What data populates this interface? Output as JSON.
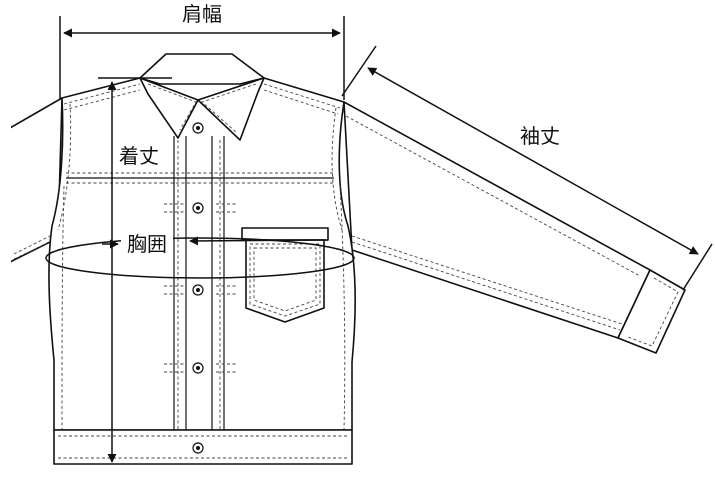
{
  "labels": {
    "shoulder_width": "肩幅",
    "sleeve_length": "袖丈",
    "body_length": "着丈",
    "chest": "胸囲"
  },
  "colors": {
    "line": "#111111",
    "background": "#ffffff"
  }
}
